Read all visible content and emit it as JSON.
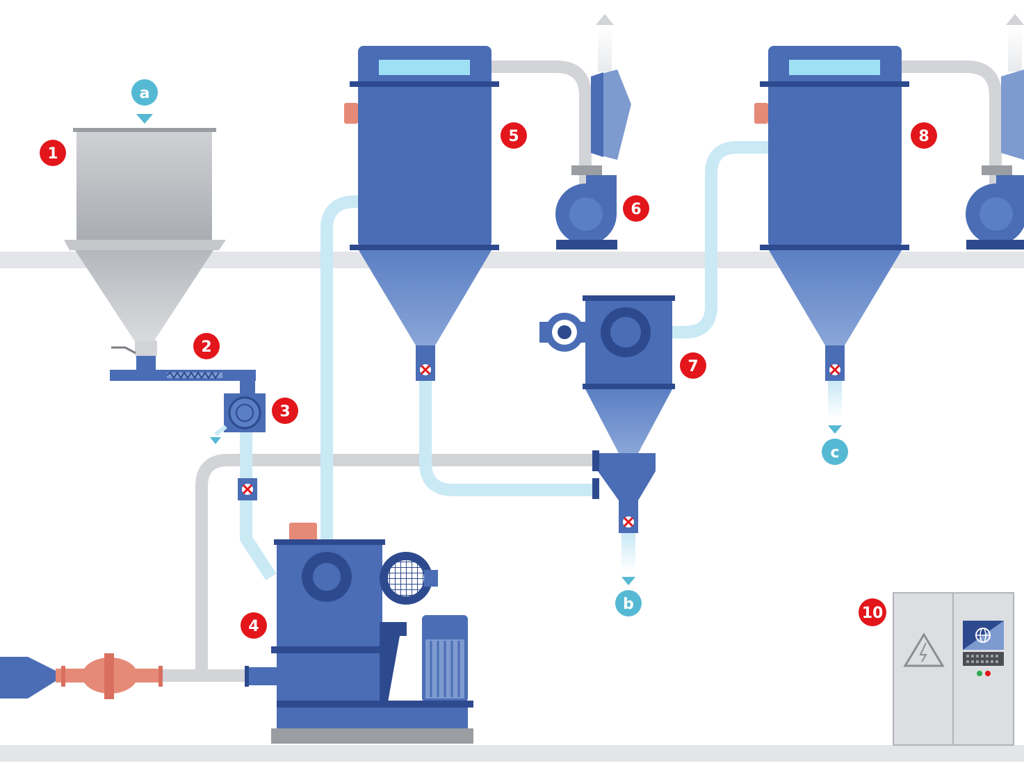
{
  "colors": {
    "background": "#ffffff",
    "floor": "#e3e5e8",
    "equipment_blue": "#4a6db5",
    "equipment_blue_dark": "#2e4a8f",
    "equipment_blue_light": "#7e9bd0",
    "hopper_gray": "#b9bcc1",
    "pipe_air": "#c9e9f5",
    "pipe_gray": "#d2d4d8",
    "marker_red": "#e2161b",
    "io_teal": "#55b9d3",
    "accent_orange": "#e68a78"
  },
  "markers": [
    {
      "id": "m1",
      "label": "1",
      "component": "feed-hopper"
    },
    {
      "id": "m2",
      "label": "2",
      "component": "screw-feeder"
    },
    {
      "id": "m3",
      "label": "3",
      "component": "magnetic-separator"
    },
    {
      "id": "m4",
      "label": "4",
      "component": "mill"
    },
    {
      "id": "m5",
      "label": "5",
      "component": "cyclone-filter-1"
    },
    {
      "id": "m6",
      "label": "6",
      "component": "fan-1"
    },
    {
      "id": "m7",
      "label": "7",
      "component": "classifier"
    },
    {
      "id": "m8",
      "label": "8",
      "component": "cyclone-filter-2"
    },
    {
      "id": "m10",
      "label": "10",
      "component": "control-cabinet"
    }
  ],
  "flow_points": [
    {
      "id": "a",
      "label": "a",
      "role": "material-input"
    },
    {
      "id": "b",
      "label": "b",
      "role": "product-output"
    },
    {
      "id": "c",
      "label": "c",
      "role": "fines-output"
    }
  ],
  "icons": [
    "warning-electrical-icon",
    "globe-icon",
    "arrow-down-icon",
    "arrow-up-icon"
  ]
}
